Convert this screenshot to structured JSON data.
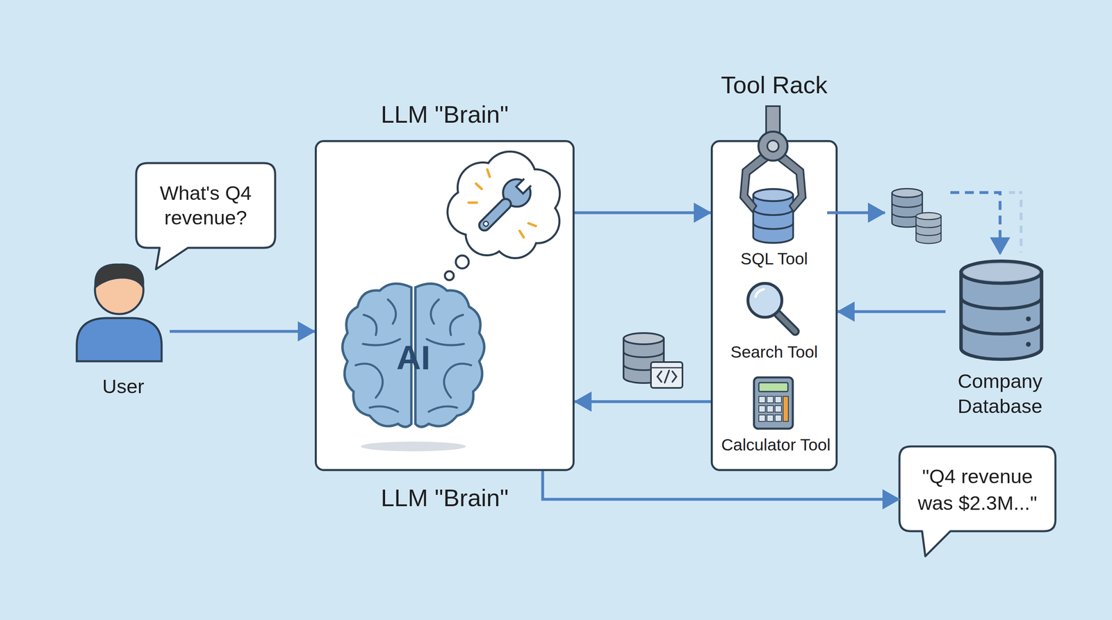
{
  "diagram": {
    "nodes": [
      {
        "text": [
          "What's Q4 revenue?"
        ]
      },
      {
        "text": [
          "User"
        ]
      },
      {
        "text": [
          "LLM \"Brain\"",
          "AI",
          "LLM \"Brain\""
        ]
      },
      {
        "text": [
          "Tool Rack"
        ]
      },
      {
        "text": [
          "SQL Tool"
        ],
        "in": 3
      },
      {
        "text": [
          "Search Tool"
        ],
        "in": 3
      },
      {
        "text": [
          "Calculator Tool"
        ],
        "in": 3
      },
      {
        "text": [
          "Company Database"
        ]
      },
      {
        "text": [
          "\"Q4 revenue was $2.3M...\""
        ]
      }
    ],
    "edges": [
      {
        "from": 1,
        "to": 2,
        "arrow": "to"
      },
      {
        "from": 2,
        "to": 3,
        "arrow": "to"
      },
      {
        "from": 4,
        "to": 7,
        "arrow": "to"
      },
      {
        "from": 7,
        "to": 3,
        "arrow": "to"
      },
      {
        "from": 3,
        "to": 2,
        "arrow": "to"
      },
      {
        "from": 2,
        "to": 8,
        "arrow": "to"
      }
    ]
  }
}
